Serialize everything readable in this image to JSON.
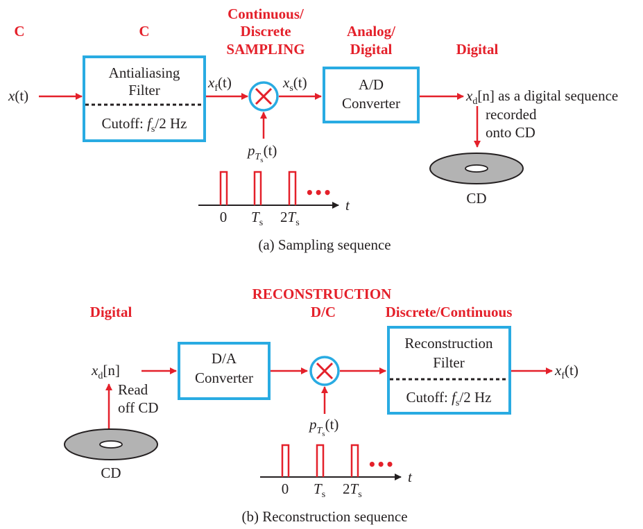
{
  "a": {
    "headers": {
      "c1": "C",
      "c2": "C",
      "cd_line1": "Continuous/",
      "cd_line2": "Discrete",
      "cd_line3": "SAMPLING",
      "ad_line1": "Analog/",
      "ad_line2": "Digital",
      "digital": "Digital"
    },
    "input": {
      "x": "x",
      "arg": "(t)"
    },
    "filter": {
      "line1": "Antialiasing",
      "line2": "Filter",
      "cutoff_prefix": "Cutoff: ",
      "cutoff_f": "f",
      "cutoff_sub": "s",
      "cutoff_suffix": "/2 Hz"
    },
    "xf": {
      "x": "x",
      "sub": "f",
      "arg": "(t)"
    },
    "xs": {
      "x": "x",
      "sub": "s",
      "arg": "(t)"
    },
    "adc": {
      "line1": "A/D",
      "line2": "Converter"
    },
    "output": {
      "x": "x",
      "sub": "d",
      "n": "[n]",
      "text": " as a digital sequence"
    },
    "recorded": {
      "line1": "recorded",
      "line2": "onto CD"
    },
    "cd_label": "CD",
    "pulse_fn": {
      "p": "p",
      "T": "T",
      "s": "s",
      "arg": "(t)"
    },
    "axis": {
      "t0": "0",
      "t1_T": "T",
      "t1_s": "s",
      "t2_2": "2",
      "t2_T": "T",
      "t2_s": "s",
      "dots": "•••",
      "t": "t"
    },
    "caption": "(a)  Sampling sequence"
  },
  "b": {
    "headers": {
      "reconstruction": "RECONSTRUCTION",
      "digital": "Digital",
      "dc": "D/C",
      "dc_cont": "Discrete/Continuous"
    },
    "input": {
      "x": "x",
      "sub": "d",
      "n": "[n]"
    },
    "read": {
      "line1": "Read",
      "line2": "off CD"
    },
    "cd_label": "CD",
    "dac": {
      "line1": "D/A",
      "line2": "Converter"
    },
    "filter": {
      "line1": "Reconstruction",
      "line2": "Filter",
      "cutoff_prefix": "Cutoff: ",
      "cutoff_f": "f",
      "cutoff_sub": "s",
      "cutoff_suffix": "/2 Hz"
    },
    "output": {
      "x": "x",
      "sub": "f",
      "arg": "(t)"
    },
    "pulse_fn": {
      "p": "p",
      "T": "T",
      "s": "s",
      "arg": "(t)"
    },
    "axis": {
      "t0": "0",
      "t1_T": "T",
      "t1_s": "s",
      "t2_2": "2",
      "t2_T": "T",
      "t2_s": "s",
      "dots": "•••",
      "t": "t"
    },
    "caption": "(b)  Reconstruction sequence"
  },
  "colors": {
    "accent_red": "#e4202a",
    "box_blue": "#29abe2",
    "text_dark": "#231f20",
    "cd_gray": "#b3b3b3"
  }
}
